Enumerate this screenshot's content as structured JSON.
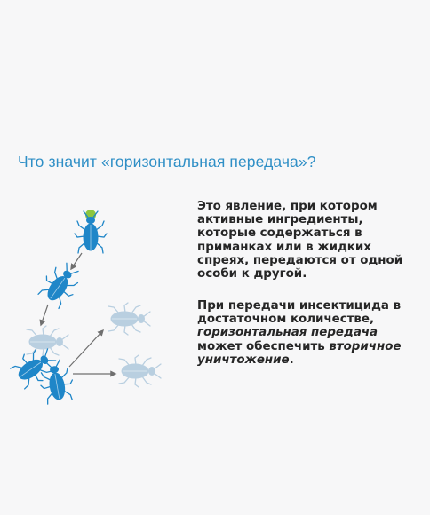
{
  "title": "Что значит «горизонтальная передача»?",
  "paragraph1": {
    "lines": [
      "Это явление, при котором",
      "активные ингредиенты,",
      "которые содержаться в",
      "приманках или в жидких",
      "спреях, передаются от одной",
      "особи к другой."
    ]
  },
  "paragraph2": {
    "line1": "При передачи инсектицида в",
    "line2": "достаточном количестве,",
    "line3_italic": "горизонтальная передача",
    "line4_normal": "может обеспечить ",
    "line4_italic": "вторичное",
    "line5_italic": "уничтожение",
    "line5_tail": "."
  },
  "colors": {
    "title": "#2f8fc6",
    "text": "#262626",
    "insect_active": "#1f86c8",
    "insect_faded": "#b9cfe0",
    "bait_dot": "#8cc63f",
    "arrow": "#6f6f6f",
    "background": "#f7f7f8"
  },
  "diagram": {
    "icon": "cockroach-icon",
    "bait_icon": "bait-dot-icon"
  }
}
